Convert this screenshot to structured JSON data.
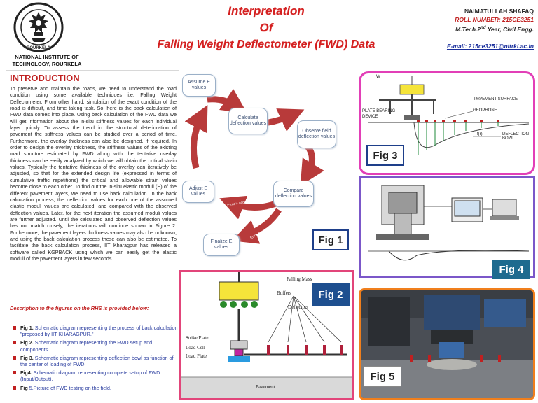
{
  "header": {
    "institute": "NATIONAL INSTITUTE OF TECHNOLOGY, ROURKELA",
    "logo_top_text": "राष्ट्रीय प्रौद्योगिकी संस्थान",
    "logo_bottom_text": "ROURKELA",
    "title_line1": "Interpretation",
    "title_line2": "Of",
    "title_line3": "Falling Weight Deflectometer (FWD) Data",
    "author_name": "NAIMATULLAH SHAFAQ",
    "roll_number": "ROLL NUMBER: 215CE3251",
    "course_prefix": "M.Tech.2",
    "course_sup": "nd",
    "course_suffix": " Year, Civil Engg.",
    "email": "E-mail: 215ce3251@nitrkl.ac.in"
  },
  "intro": {
    "heading": "INTRODUCTION",
    "body": "To preserve and maintain the roads, we need to understand the road condition using some available techniques i.e. Falling Weight Deflectometer. From other hand, simulation of the exact condition of the road is difficult, and time taking task. So, here is the back calculation of FWD data comes into place. Using back calculation of the FWD data we will get information about the in-situ stiffness values for each individual layer quickly. To assess the trend in the structural deterioration of pavement the stiffness values can be studied over a period of time. Furthermore, the overlay thickness can also be designed, if required. In order to design the overlay thickness, the stiffness values of the existing road structure estimated by FWD along with the tentative overlay thickness can be easily analyzed by which we will obtain the critical strain values. Typically the tentative thickness of the overlay can iteratively be adjusted, so that for the extended design life (expressed in terms of cumulative traffic repetitions) the critical and allowable strain values become close to each other. To find out the in-situ elastic moduli (E) of the different pavement layers, we need to use back calculation. In the back calculation process, the deflection values for each one of the assumed elastic moduli values are calculated, and compared with the observed deflection values. Later, for the next iteration the assumed moduli values are further adjusted. Until the calculated and observed deflection values has not match closely, the iterations will continue shown in Figure 2. Furthermore, the pavement layers thickness values may also be unknown, and using the back calculation process these can also be estimated. To facilitate the back calculation process, IIT Kharagpur has released a software called KGPBACK using which we can easily get the elastic moduli of the pavement layers in few seconds.",
    "description_title": "Description to the figures on the RHS is provided below:",
    "figures": [
      {
        "tag": "Fig 1.",
        "text": " Schematic diagram representing the process of back calculation \"proposed by IIT KHARAGPUR.\""
      },
      {
        "tag": "Fig 2.",
        "text": " Schematic diagram representing the FWD setup and components."
      },
      {
        "tag": "Fig 3.",
        "text": " Schematic diagram representing deflection bowl as function of the center of loading of FWD."
      },
      {
        "tag": "Fig4.",
        "text": " Schematic diagram representing complete setup of FWD (Input/Output)."
      },
      {
        "tag": "Fig",
        "text": " 5.Picture of FWD testing on the field."
      }
    ]
  },
  "fig1": {
    "label": "Fig 1",
    "assume": "Assume E values",
    "calculate": "Calculate deflection values",
    "observe": "Observe field deflection values",
    "compare": "Compare deflection values",
    "adjust": "Adjust E values",
    "finalize": "Finalize E values",
    "arrow_error_gt": "Error > accept able value",
    "arrow_error_lt": "Error < accept able value"
  },
  "fig2": {
    "label": "Fig 2",
    "falling_mass": "Falling Mass",
    "buffers": "Buffers",
    "deflectors": "Deflectors",
    "strike_plate": "Strike Plate",
    "load_cell": "Load Cell",
    "load_plate": "Load Plate",
    "pavement": "Pavement"
  },
  "fig3": {
    "label": "Fig 3",
    "pavement_surface": "PAVEMENT SURFACE",
    "geophone": "GEOPHONE",
    "plate_bearing": "PLATE BEARING",
    "device": "DEVICE",
    "deflection_bowl": "DEFLECTION BOWL",
    "f_r": "f(r)",
    "w": "W"
  },
  "fig4": {
    "label": "Fig 4"
  },
  "fig5": {
    "label": "Fig 5"
  },
  "colors": {
    "title_red": "#d42020",
    "fig1_frame": "#1e3f8a",
    "fig3_frame": "#e23fb7",
    "fig4_frame": "#7b57c9",
    "fig2_frame": "#e2457a",
    "fig5_frame": "#f07f1d",
    "arrow_red": "#b83a3a"
  }
}
